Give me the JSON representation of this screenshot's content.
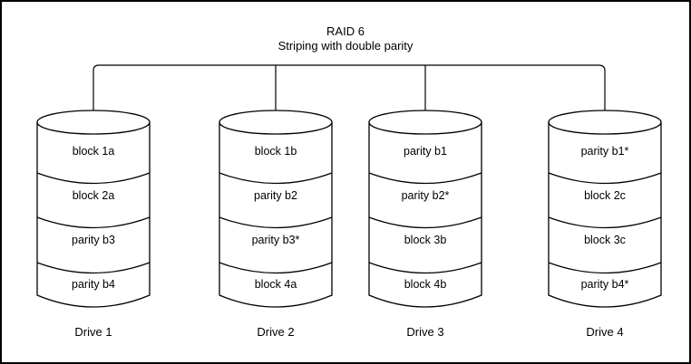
{
  "title": {
    "line1": "RAID 6",
    "line2": "Striping with double parity"
  },
  "drives": [
    {
      "label": "Drive 1",
      "segments": [
        "block 1a",
        "block 2a",
        "parity b3",
        "parity b4"
      ]
    },
    {
      "label": "Drive 2",
      "segments": [
        "block 1b",
        "parity b2",
        "parity b3*",
        "block 4a"
      ]
    },
    {
      "label": "Drive 3",
      "segments": [
        "parity b1",
        "parity b2*",
        "block 3b",
        "block 4b"
      ]
    },
    {
      "label": "Drive 4",
      "segments": [
        "parity b1*",
        "block 2c",
        "block 3c",
        "parity b4*"
      ]
    }
  ],
  "colors": {
    "stroke": "#000000",
    "background": "#ffffff",
    "text": "#000000"
  }
}
